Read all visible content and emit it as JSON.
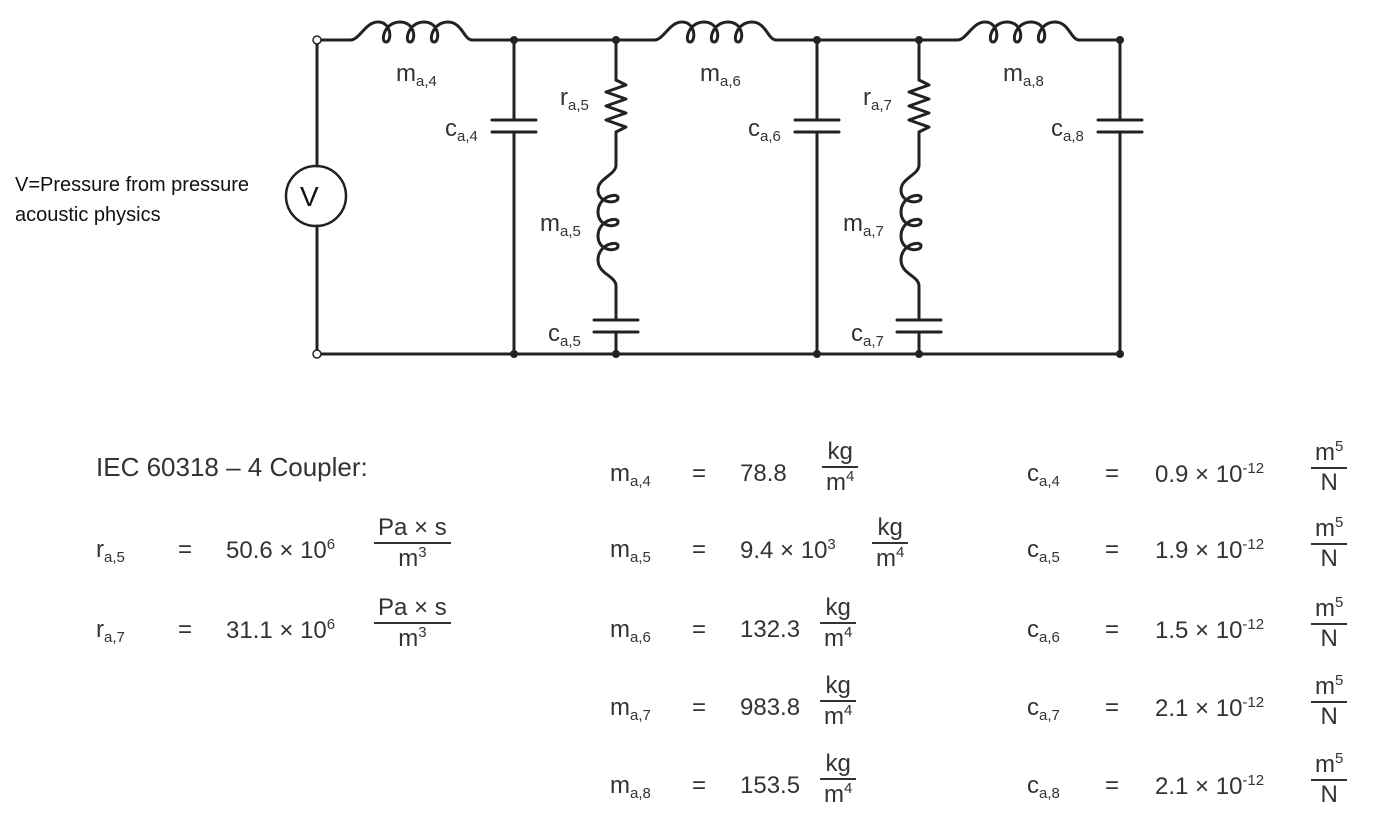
{
  "source": {
    "symbol": "V",
    "note_line1": "V=Pressure from pressure",
    "note_line2": "acoustic physics"
  },
  "circuit_labels": {
    "m_a4": {
      "base": "m",
      "sub": "a,4"
    },
    "m_a6": {
      "base": "m",
      "sub": "a,6"
    },
    "m_a8": {
      "base": "m",
      "sub": "a,8"
    },
    "r_a5": {
      "base": "r",
      "sub": "a,5"
    },
    "r_a7": {
      "base": "r",
      "sub": "a,7"
    },
    "c_a4": {
      "base": "c",
      "sub": "a,4"
    },
    "c_a6": {
      "base": "c",
      "sub": "a,6"
    },
    "c_a8": {
      "base": "c",
      "sub": "a,8"
    },
    "m_a5": {
      "base": "m",
      "sub": "a,5"
    },
    "m_a7": {
      "base": "m",
      "sub": "a,7"
    },
    "c_a5": {
      "base": "c",
      "sub": "a,5"
    },
    "c_a7": {
      "base": "c",
      "sub": "a,7"
    }
  },
  "title": "IEC 60318 – 4 Coupler:",
  "equals": "=",
  "resistances": [
    {
      "base": "r",
      "sub": "a,5",
      "mant": "50.6 × 10",
      "exp": "6",
      "num": "Pa × s",
      "den_base": "m",
      "den_exp": "3"
    },
    {
      "base": "r",
      "sub": "a,7",
      "mant": "31.1 × 10",
      "exp": "6",
      "num": "Pa × s",
      "den_base": "m",
      "den_exp": "3"
    }
  ],
  "masses": [
    {
      "base": "m",
      "sub": "a,4",
      "mant": "78.8",
      "exp": "",
      "num": "kg",
      "den_base": "m",
      "den_exp": "4"
    },
    {
      "base": "m",
      "sub": "a,5",
      "mant": "9.4 × 10",
      "exp": "3",
      "num": "kg",
      "den_base": "m",
      "den_exp": "4"
    },
    {
      "base": "m",
      "sub": "a,6",
      "mant": "132.3",
      "exp": "",
      "num": "kg",
      "den_base": "m",
      "den_exp": "4"
    },
    {
      "base": "m",
      "sub": "a,7",
      "mant": "983.8",
      "exp": "",
      "num": "kg",
      "den_base": "m",
      "den_exp": "4"
    },
    {
      "base": "m",
      "sub": "a,8",
      "mant": "153.5",
      "exp": "",
      "num": "kg",
      "den_base": "m",
      "den_exp": "4"
    }
  ],
  "compliances": [
    {
      "base": "c",
      "sub": "a,4",
      "mant": "0.9 × 10",
      "exp": "-12",
      "num_base": "m",
      "num_exp": "5",
      "den": "N"
    },
    {
      "base": "c",
      "sub": "a,5",
      "mant": "1.9 × 10",
      "exp": "-12",
      "num_base": "m",
      "num_exp": "5",
      "den": "N"
    },
    {
      "base": "c",
      "sub": "a,6",
      "mant": "1.5 × 10",
      "exp": "-12",
      "num_base": "m",
      "num_exp": "5",
      "den": "N"
    },
    {
      "base": "c",
      "sub": "a,7",
      "mant": "2.1 × 10",
      "exp": "-12",
      "num_base": "m",
      "num_exp": "5",
      "den": "N"
    },
    {
      "base": "c",
      "sub": "a,8",
      "mant": "2.1 × 10",
      "exp": "-12",
      "num_base": "m",
      "num_exp": "5",
      "den": "N"
    }
  ]
}
